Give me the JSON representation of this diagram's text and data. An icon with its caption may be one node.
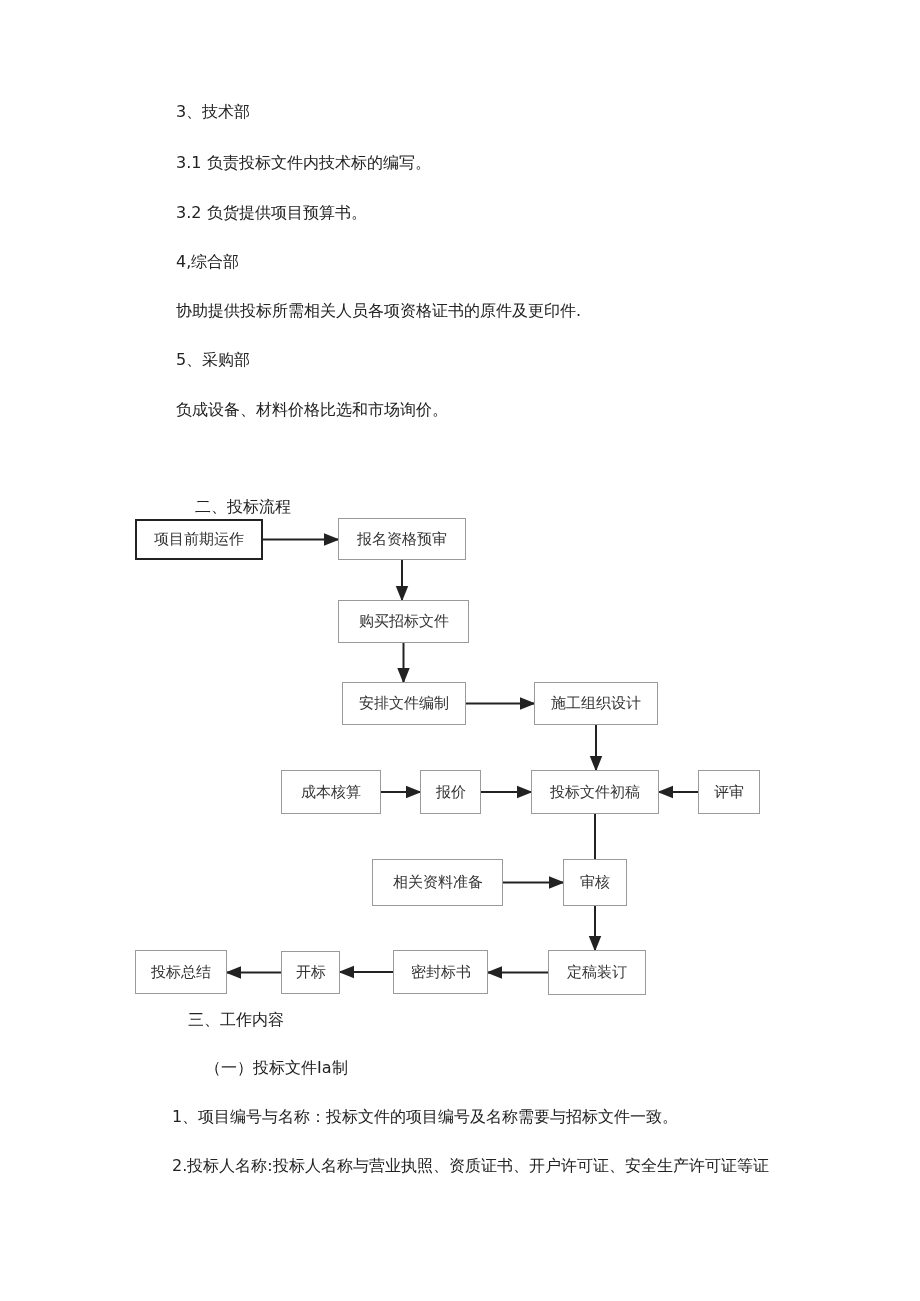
{
  "diagram": {
    "title": "二、投标流程",
    "nodes": [
      {
        "text": [
          "项目前期运作"
        ]
      },
      {
        "text": [
          "报名资格预审"
        ]
      },
      {
        "text": [
          "购买招标文件"
        ]
      },
      {
        "text": [
          "安排文件编制"
        ]
      },
      {
        "text": [
          "施工组织设计"
        ]
      },
      {
        "text": [
          "成本核算"
        ]
      },
      {
        "text": [
          "报价"
        ]
      },
      {
        "text": [
          "投标文件初稿"
        ]
      },
      {
        "text": [
          "评审"
        ]
      },
      {
        "text": [
          "相关资料准备"
        ]
      },
      {
        "text": [
          "审核"
        ]
      },
      {
        "text": [
          "投标总结"
        ]
      },
      {
        "text": [
          "开标"
        ]
      },
      {
        "text": [
          "密封标书"
        ]
      },
      {
        "text": [
          "定稿装订"
        ]
      }
    ],
    "edges": [
      {
        "from": 0,
        "to": 1,
        "arrow": "to"
      },
      {
        "from": 1,
        "to": 2,
        "arrow": "to"
      },
      {
        "from": 2,
        "to": 3,
        "arrow": "to"
      },
      {
        "from": 3,
        "to": 4,
        "arrow": "to"
      },
      {
        "from": 4,
        "to": 7,
        "arrow": "to"
      },
      {
        "from": 5,
        "to": 6,
        "arrow": "to"
      },
      {
        "from": 6,
        "to": 7,
        "arrow": "to"
      },
      {
        "from": 8,
        "to": 7,
        "arrow": "to"
      },
      {
        "from": 7,
        "to": 10,
        "arrow": "none"
      },
      {
        "from": 9,
        "to": 10,
        "arrow": "to"
      },
      {
        "from": 10,
        "to": 14,
        "arrow": "to"
      },
      {
        "from": 14,
        "to": 13,
        "arrow": "to"
      },
      {
        "from": 13,
        "to": 12,
        "arrow": "to"
      },
      {
        "from": 12,
        "to": 11,
        "arrow": "to"
      }
    ],
    "labels": [
      "3、技术部",
      "3.1 负责投标文件内技术标的编写。",
      "3.2 负货提供项目预算书。",
      "4,综合部",
      "协助提供投标所需相关人员各项资格证书的原件及更印件.",
      "5、采购部",
      "负成设备、材料价格比选和市场询价。",
      "三、工作内容",
      "（一）投标文件Ia制",
      "1、项目编号与名称：投标文件的项目编号及名称需要与招标文件一致。",
      "2.投标人名称:投标人名称与营业执照、资质证书、开户许可证、安全生产许可证等证"
    ]
  }
}
